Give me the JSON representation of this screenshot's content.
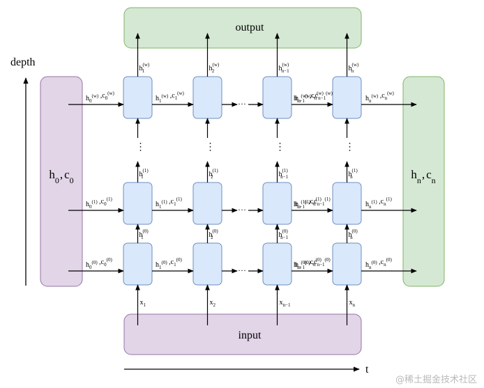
{
  "output_label": "output",
  "input_label": "input",
  "depth_label": "depth",
  "time_label": "t",
  "initial_state": {
    "h": "h",
    "hsub": "0",
    "c": "c",
    "csub": "0"
  },
  "final_state": {
    "h": "h",
    "hsub": "n",
    "c": "c",
    "csub": "n"
  },
  "columns": [
    "1",
    "2",
    "n−1",
    "n"
  ],
  "inputs": [
    {
      "base": "x",
      "sub": "1"
    },
    {
      "base": "x",
      "sub": "2"
    },
    {
      "base": "x",
      "sub": "n−1"
    },
    {
      "base": "x",
      "sub": "n"
    }
  ],
  "layers": [
    "w",
    "1",
    "0"
  ],
  "state_labels": [
    [
      {
        "h": "0",
        "c": "0",
        "sup": "(w)"
      },
      {
        "h": "1",
        "c": "1",
        "sup": "(w)"
      },
      {
        "h": "n−1",
        "c": "n−1",
        "sup": "(w)"
      },
      {
        "h": "n",
        "c": "n",
        "sup": "(w)"
      }
    ],
    [
      {
        "h": "0",
        "c": "0",
        "sup": "(1)"
      },
      {
        "h": "1",
        "c": "1",
        "sup": "(1)"
      },
      {
        "h": "n−1",
        "c": "n−1",
        "sup": "(1)"
      },
      {
        "h": "n",
        "c": "n",
        "sup": "(1)"
      }
    ],
    [
      {
        "h": "0",
        "c": "0",
        "sup": "(0)"
      },
      {
        "h": "1",
        "c": "1",
        "sup": "(0)"
      },
      {
        "h": "n−1",
        "c": "n−1",
        "sup": "(0)"
      },
      {
        "h": "n",
        "c": "n",
        "sup": "(0)"
      }
    ]
  ],
  "hidden_labels": [
    [
      {
        "sub": "1",
        "sup": "(w)"
      },
      {
        "sub": "2",
        "sup": "(w)"
      },
      {
        "sub": "n−1",
        "sup": "(w)"
      },
      {
        "sub": "n",
        "sup": "(w)"
      }
    ],
    [
      {
        "sub": "1",
        "sup": "(1)"
      },
      {
        "sub": "2",
        "sup": "(1)"
      },
      {
        "sub": "n−1",
        "sup": "(1)"
      },
      {
        "sub": "n",
        "sup": "(1)"
      }
    ],
    [
      {
        "sub": "1",
        "sup": "(0)"
      },
      {
        "sub": "2",
        "sup": "(0)"
      },
      {
        "sub": "n−1",
        "sup": "(0)"
      },
      {
        "sub": "n",
        "sup": "(0)"
      }
    ]
  ],
  "ellipsis": "···",
  "vertical_ellipsis": "⋮",
  "watermark": "@稀土掘金技术社区",
  "colors": {
    "cell_fill": "#dae8fc",
    "cell_stroke": "#6c8ebf",
    "output_fill": "#d5e8d4",
    "output_stroke": "#82b366",
    "input_fill": "#e1d5e7",
    "input_stroke": "#9673a6",
    "final_fill": "#d5e8d4",
    "final_stroke": "#82b366",
    "initial_fill": "#e1d5e7",
    "initial_stroke": "#9673a6"
  }
}
